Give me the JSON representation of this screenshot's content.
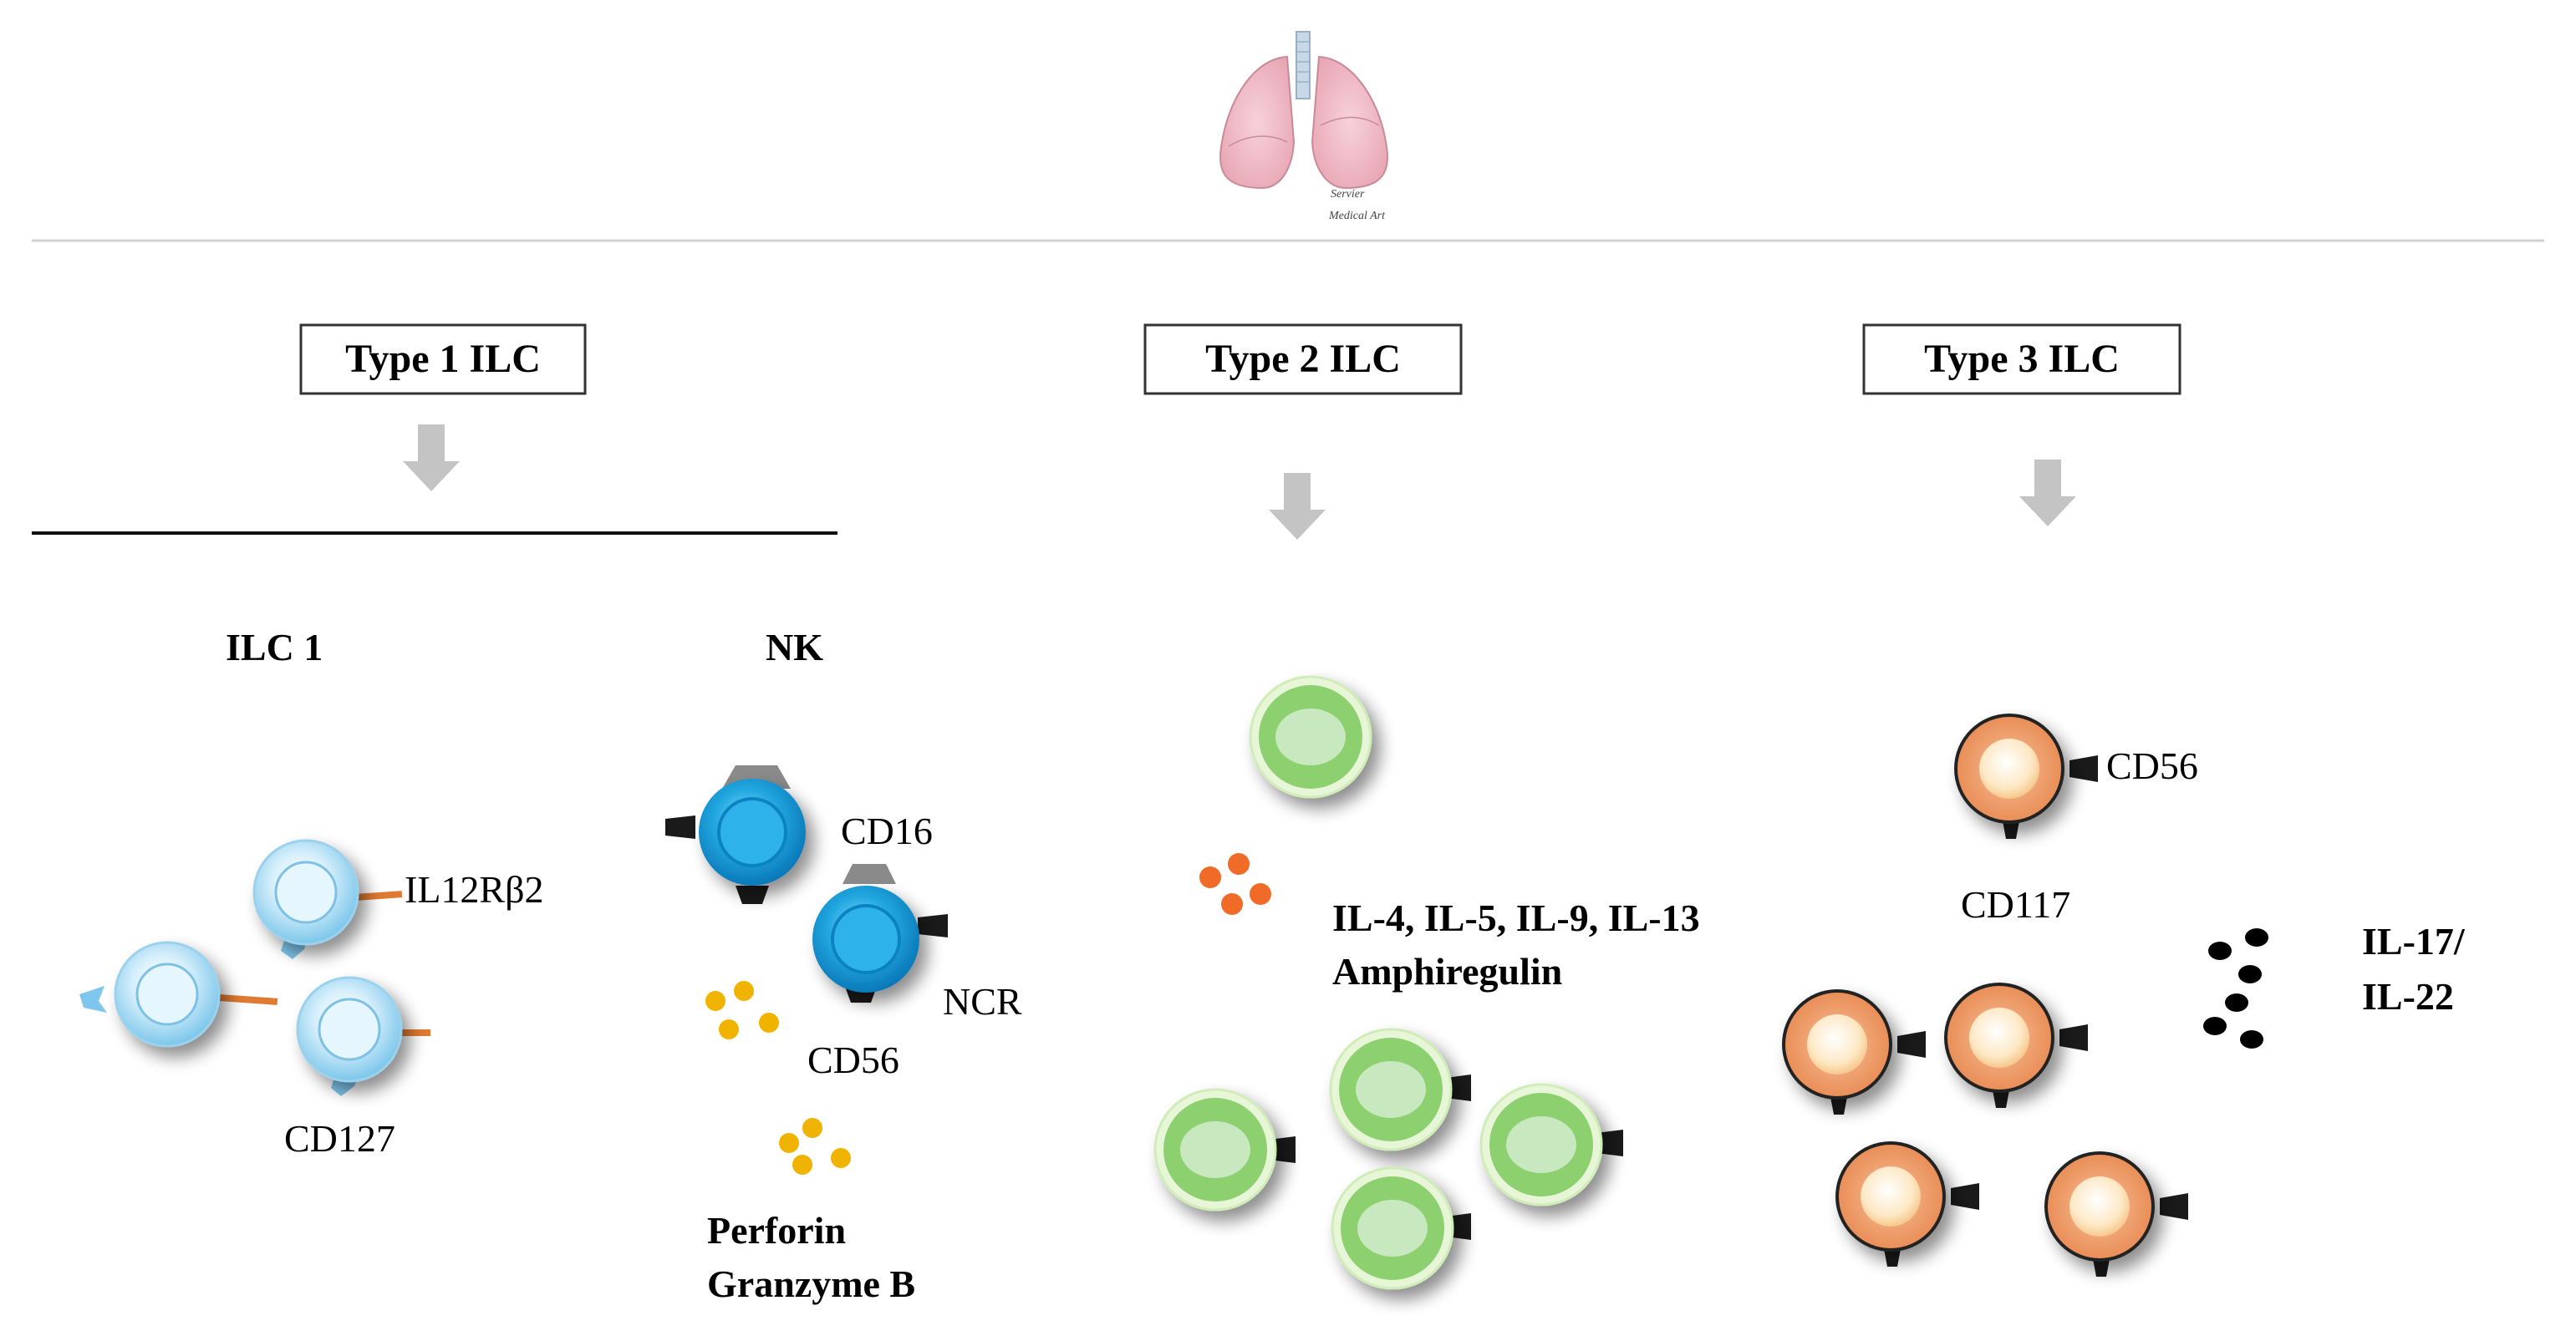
{
  "credit": {
    "line1": "Servier",
    "line2": "Medical Art"
  },
  "groups": {
    "type1": {
      "title": "Type 1 ILC",
      "subtypes": {
        "ilc1": {
          "label": "ILC 1",
          "markers": [
            "IL12Rβ2",
            "CD127"
          ]
        },
        "nk": {
          "label": "NK",
          "markers": [
            "CD16",
            "NCR",
            "CD56"
          ],
          "products": [
            "Perforin",
            "Granzyme B"
          ]
        }
      }
    },
    "type2": {
      "title": "Type 2 ILC",
      "products": [
        "IL-4, IL-5, IL-9, IL-13",
        "Amphiregulin"
      ]
    },
    "type3": {
      "title": "Type 3 ILC",
      "markers": [
        "CD56",
        "CD117"
      ],
      "products": [
        "IL-17/",
        "IL-22"
      ]
    }
  },
  "colors": {
    "ilc1_cell": "#a6dcf5",
    "nk_cell": "#1a9fd8",
    "type2_cell": "#8fd07a",
    "type3_cell": "#f0a070",
    "perforin_dots": "#f0b400",
    "type2_dots": "#f06a28",
    "type3_dots": "#000000",
    "arrow": "#bdbdbd"
  }
}
